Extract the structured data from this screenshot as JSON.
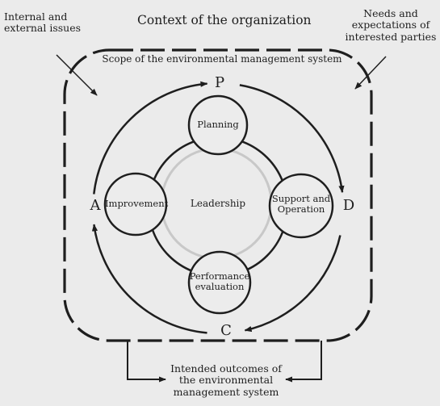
{
  "diagram": {
    "title": "Context of the organization",
    "internal_issues": "Internal and\nexternal issues",
    "needs_expectations": "Needs and\nexpectations of\ninterested parties",
    "scope": "Scope of the environmental management system",
    "pdca": {
      "p": "P",
      "d": "D",
      "c": "C",
      "a": "A"
    },
    "center_label": "Leadership",
    "nodes": {
      "planning": "Planning",
      "support": "Support and\nOperation",
      "performance": "Performance\nevaluation",
      "improvement": "Improvement"
    },
    "outcomes": "Intended outcomes of\nthe environmental\nmanagement system"
  }
}
